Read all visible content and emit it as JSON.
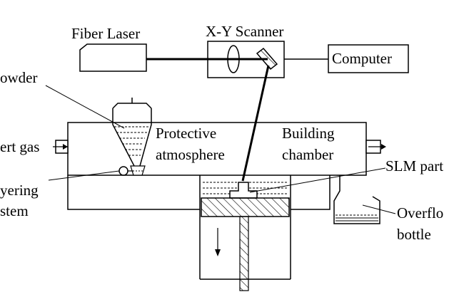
{
  "labels": {
    "fiber_laser": "Fiber Laser",
    "xy_scanner": "X-Y Scanner",
    "computer": "Computer",
    "powder": "owder",
    "inert_gas": "ert gas",
    "protective_1": "Protective",
    "protective_2": "atmosphere",
    "building_1": "Building",
    "building_2": "chamber",
    "slm_part": "SLM part",
    "layering_1": "yering",
    "layering_2": "stem",
    "overflow_1": "Overflo",
    "overflow_2": "bottle"
  },
  "colors": {
    "line": "#000000",
    "background": "#ffffff",
    "chamber_fill": "#ffffff"
  }
}
